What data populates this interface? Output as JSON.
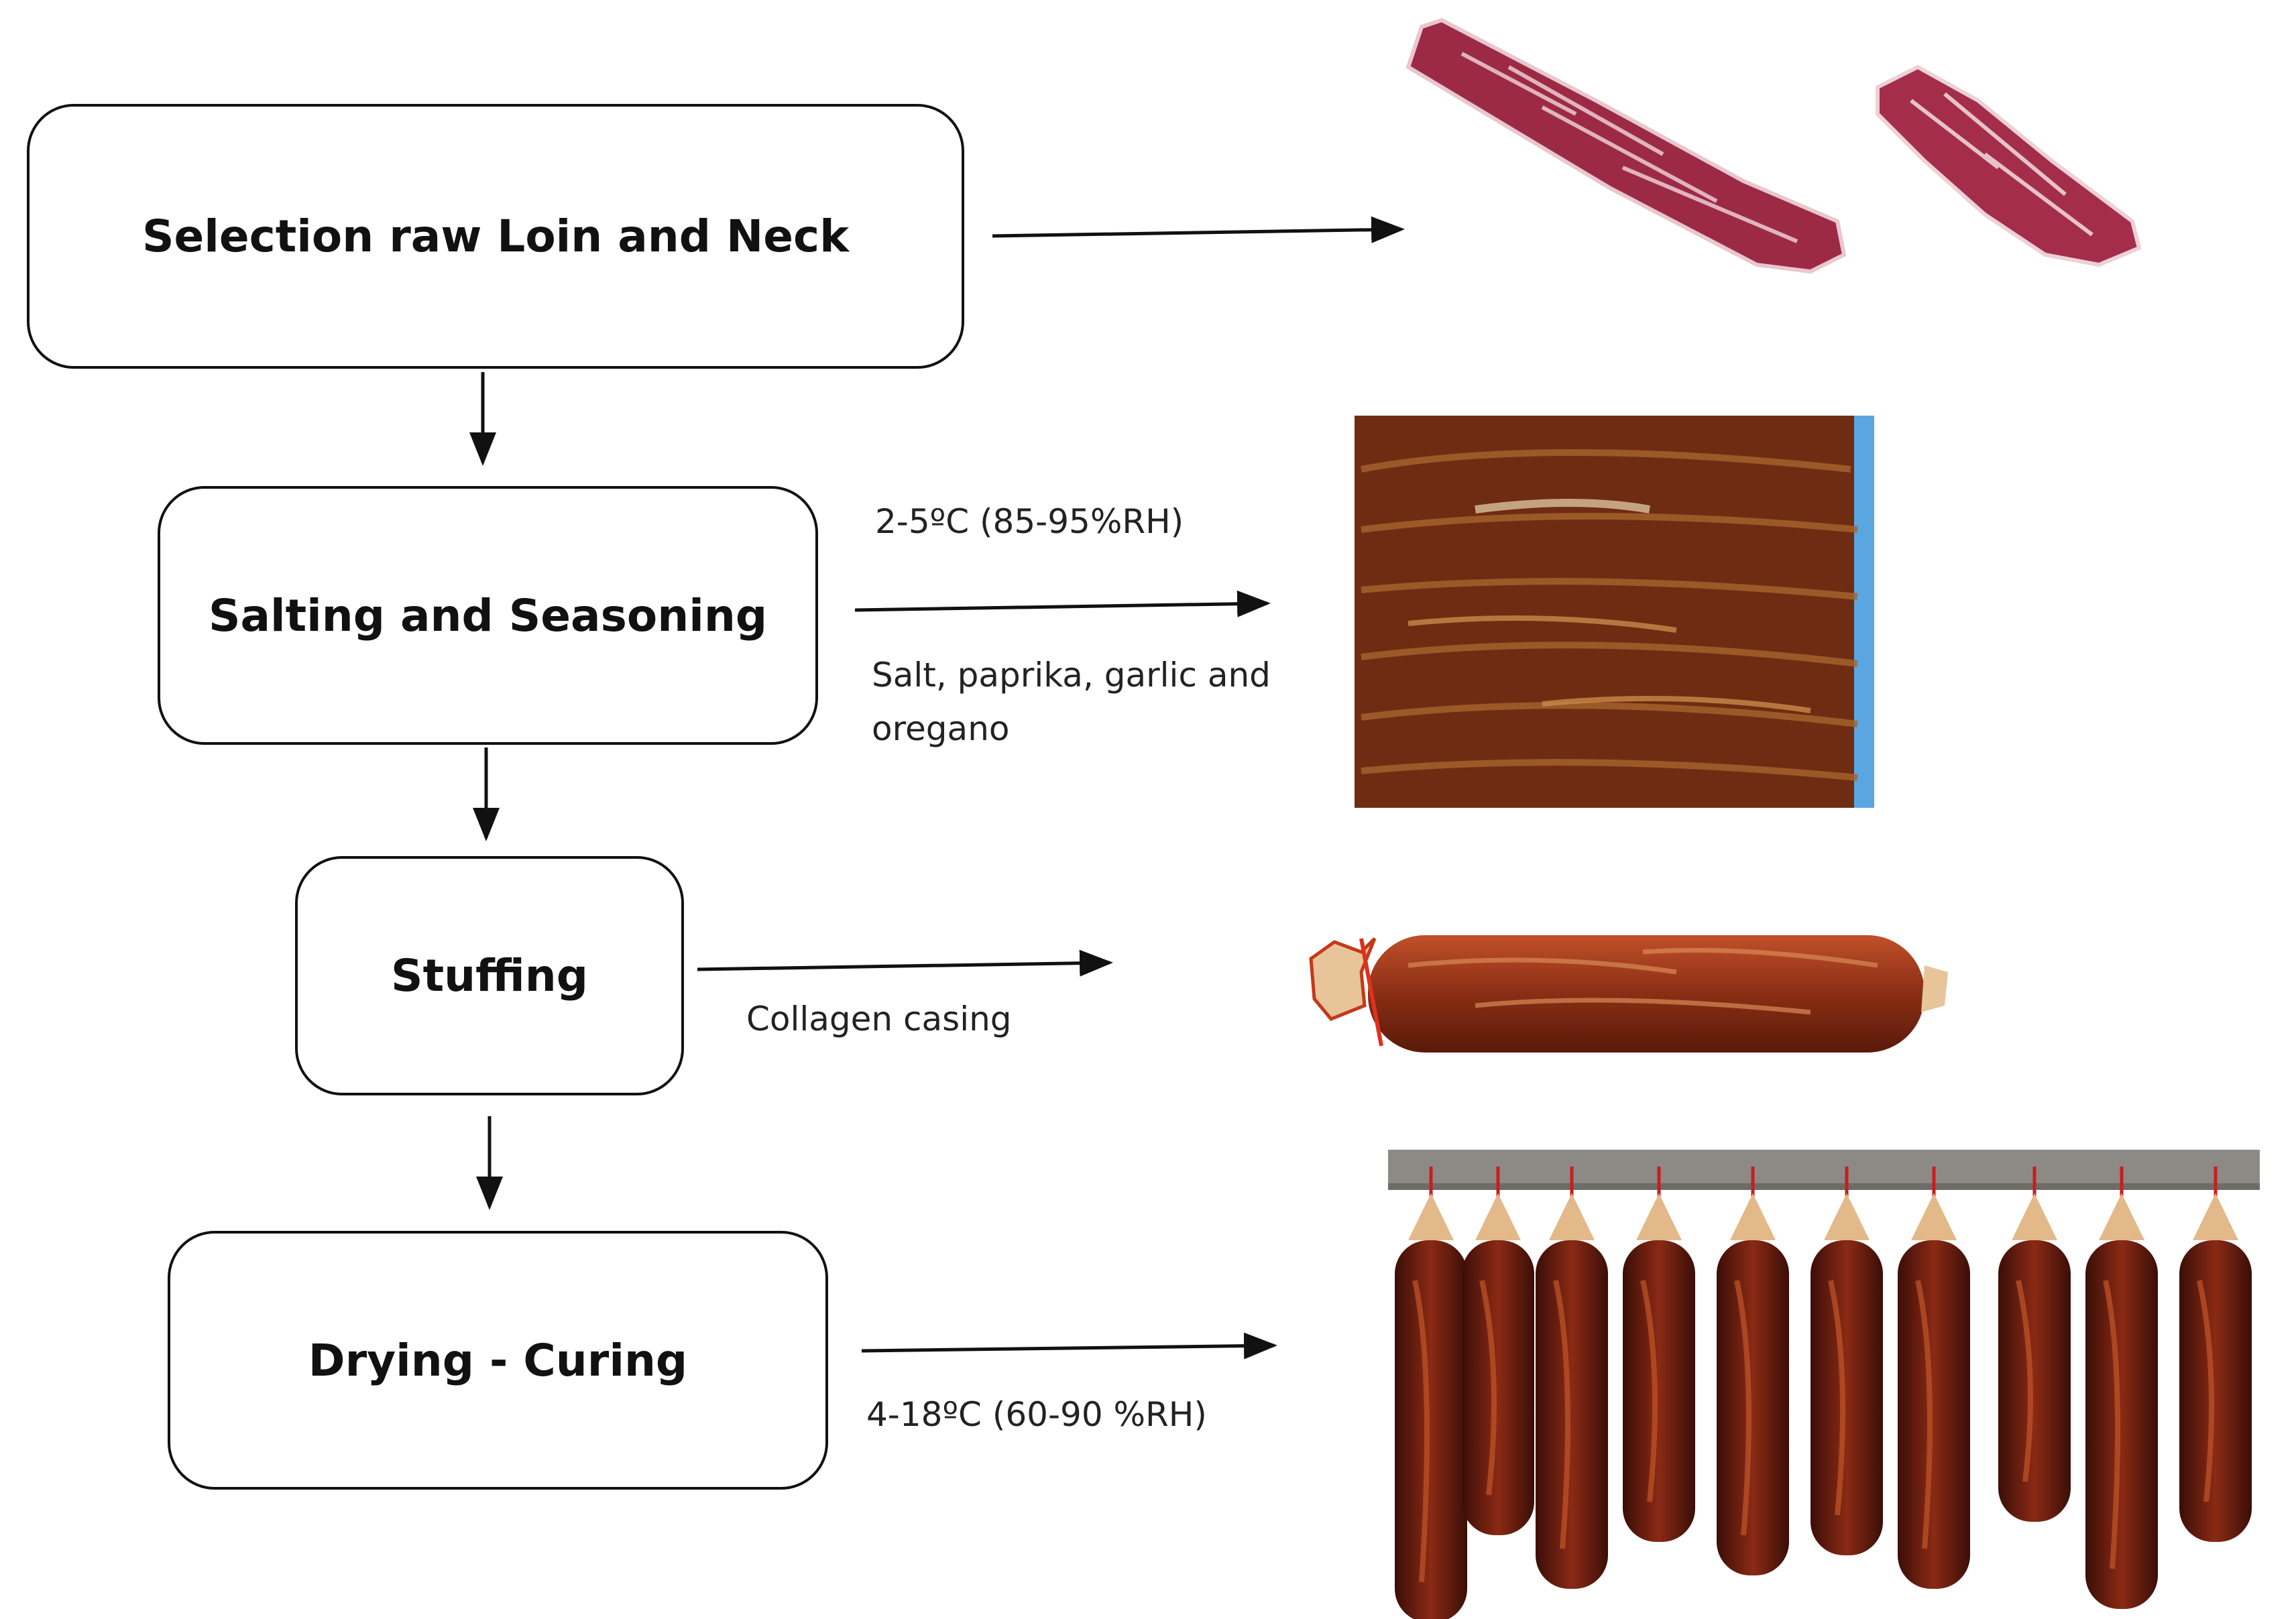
{
  "steps": [
    {
      "id": "selection",
      "label": "Selection raw Loin and Neck"
    },
    {
      "id": "salting",
      "label": "Salting and Seasoning"
    },
    {
      "id": "stuffing",
      "label": "Stuffing"
    },
    {
      "id": "drying",
      "label": "Drying - Curing"
    }
  ],
  "notes": {
    "salting_conditions": "2-5ºC (85-95%RH)",
    "salting_ingredients_line1": "Salt, paprika, garlic and",
    "salting_ingredients_line2": "oregano",
    "stuffing_casing": "Collagen casing",
    "drying_conditions": "4-18ºC (60-90 %RH)"
  },
  "images": [
    {
      "id": "raw-loin-and-neck",
      "icon": "raw-meat-photo"
    },
    {
      "id": "seasoned-meat",
      "icon": "seasoned-meat-photo"
    },
    {
      "id": "stuffed-sausage",
      "icon": "sausage-photo"
    },
    {
      "id": "hanging-cured-sausages",
      "icon": "drying-rack-photo"
    }
  ],
  "colors": {
    "line": "#111111",
    "raw_meat": "#9c2a45",
    "seasoned_meat": "#7a3216",
    "cured_sausage": "#5a1a10",
    "tray_blue": "#5aa6e0"
  }
}
